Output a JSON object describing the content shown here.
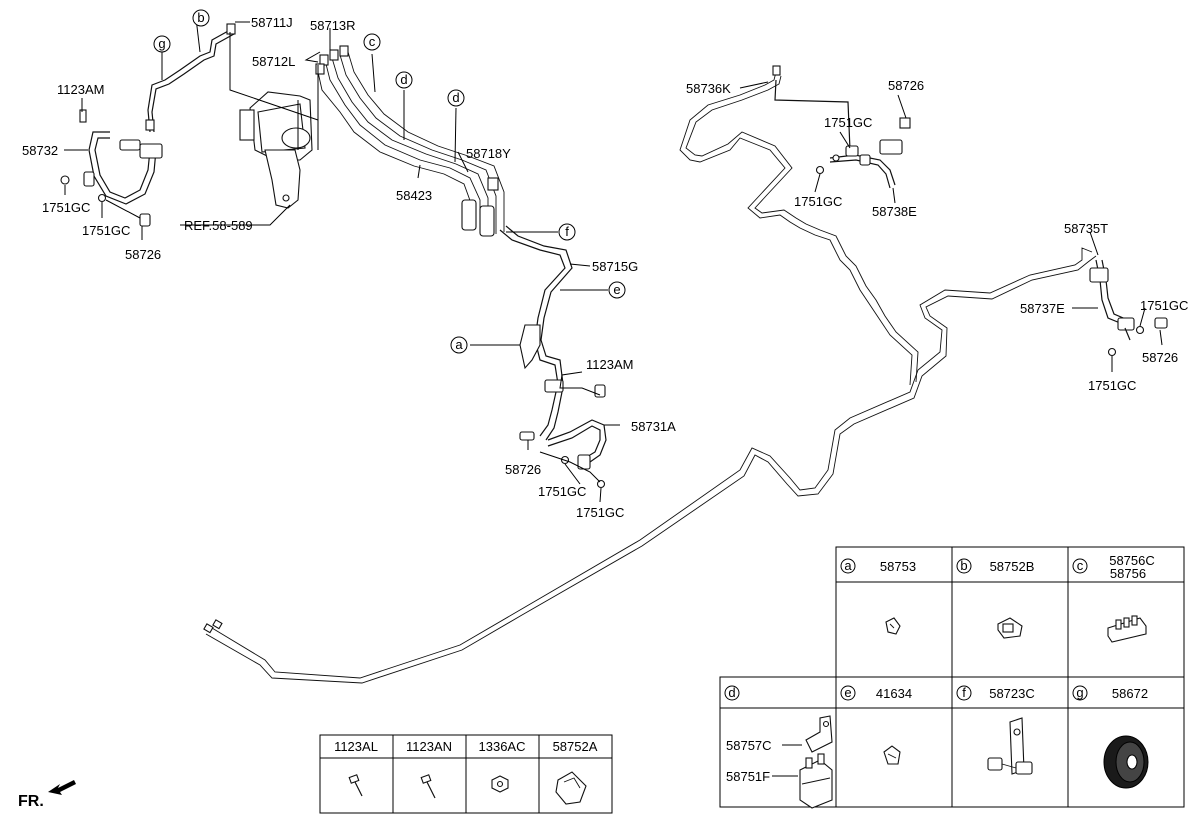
{
  "labels": {
    "l_58711J": "58711J",
    "l_58713R": "58713R",
    "l_58712L": "58712L",
    "l_1123AM_a": "1123AM",
    "l_58732": "58732",
    "l_1751GC_a": "1751GC",
    "l_1751GC_b": "1751GC",
    "l_58726_a": "58726",
    "l_ref": "REF.58-589",
    "l_58423": "58423",
    "l_58718Y": "58718Y",
    "l_58715G": "58715G",
    "l_1123AM_b": "1123AM",
    "l_58731A": "58731A",
    "l_58726_b": "58726",
    "l_1751GC_c": "1751GC",
    "l_1751GC_d": "1751GC",
    "l_58736K": "58736K",
    "l_58726_c": "58726",
    "l_1751GC_e": "1751GC",
    "l_1751GC_f": "1751GC",
    "l_58738E": "58738E",
    "l_58735T": "58735T",
    "l_58737E": "58737E",
    "l_1751GC_g": "1751GC",
    "l_58726_d": "58726",
    "l_1751GC_h": "1751GC",
    "fr": "FR."
  },
  "callouts": {
    "a": "a",
    "b": "b",
    "c": "c",
    "d1": "d",
    "d2": "d",
    "e": "e",
    "f": "f",
    "g": "g"
  },
  "legend_table": {
    "cells": {
      "a_letter": "a",
      "a_part": "58753",
      "b_letter": "b",
      "b_part": "58752B",
      "c_letter": "c",
      "c_part1": "58756C",
      "c_part2": "58756",
      "d_letter": "d",
      "d_part1": "58757C",
      "d_part2": "58751F",
      "e_letter": "e",
      "e_part": "41634",
      "f_letter": "f",
      "f_part": "58723C",
      "g_letter": "g",
      "g_part": "58672"
    }
  },
  "fastener_table": {
    "headers": [
      "1123AL",
      "1123AN",
      "1336AC",
      "58752A"
    ]
  }
}
